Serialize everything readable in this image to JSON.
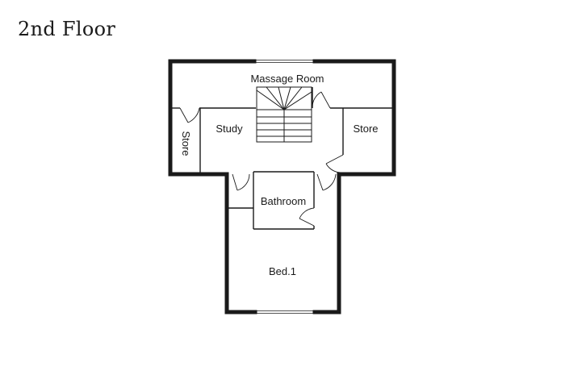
{
  "floor_title": "2nd Floor",
  "rooms": {
    "massage_room": "Massage Room",
    "study": "Study",
    "store_left": "Store",
    "store_right": "Store",
    "bathroom": "Bathroom",
    "bed1": "Bed.1"
  },
  "colors": {
    "wall": "#1a1a1a",
    "background": "#ffffff"
  }
}
